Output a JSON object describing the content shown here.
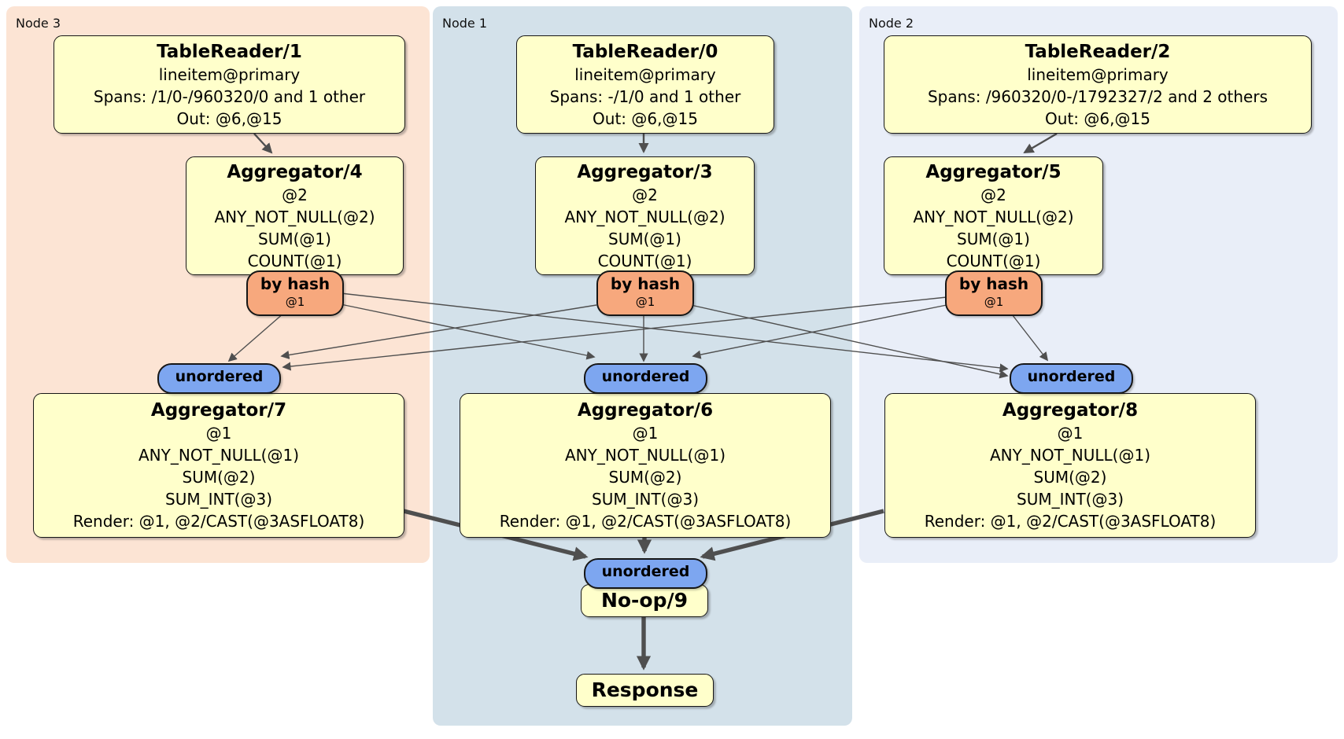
{
  "regions": [
    {
      "label": "Node 3"
    },
    {
      "label": "Node 1"
    },
    {
      "label": "Node 2"
    }
  ],
  "colors": {
    "node3_bg": "#fce4d4",
    "node1_bg": "#d3e1ea",
    "node2_bg": "#e9eef8",
    "box_fill": "#ffffcb",
    "router_fill": "#f7a87d",
    "sync_fill": "#7da6f0",
    "edge": "#4f4f4f"
  },
  "processors": {
    "tablereader1": {
      "title": "TableReader/1",
      "index": "lineitem@primary",
      "spans": "Spans: /1/0-/960320/0 and 1 other",
      "out": "Out: @6,@15"
    },
    "tablereader0": {
      "title": "TableReader/0",
      "index": "lineitem@primary",
      "spans": "Spans: -/1/0 and 1 other",
      "out": "Out: @6,@15"
    },
    "tablereader2": {
      "title": "TableReader/2",
      "index": "lineitem@primary",
      "spans": "Spans: /960320/0-/1792327/2 and 2 others",
      "out": "Out: @6,@15"
    },
    "aggregator4": {
      "title": "Aggregator/4",
      "rows": [
        "@2",
        "ANY_NOT_NULL(@2)",
        "SUM(@1)",
        "COUNT(@1)"
      ]
    },
    "aggregator3": {
      "title": "Aggregator/3",
      "rows": [
        "@2",
        "ANY_NOT_NULL(@2)",
        "SUM(@1)",
        "COUNT(@1)"
      ]
    },
    "aggregator5": {
      "title": "Aggregator/5",
      "rows": [
        "@2",
        "ANY_NOT_NULL(@2)",
        "SUM(@1)",
        "COUNT(@1)"
      ]
    },
    "aggregator7": {
      "title": "Aggregator/7",
      "rows": [
        "@1",
        "ANY_NOT_NULL(@1)",
        "SUM(@2)",
        "SUM_INT(@3)",
        "Render: @1, @2/CAST(@3ASFLOAT8)"
      ]
    },
    "aggregator6": {
      "title": "Aggregator/6",
      "rows": [
        "@1",
        "ANY_NOT_NULL(@1)",
        "SUM(@2)",
        "SUM_INT(@3)",
        "Render: @1, @2/CAST(@3ASFLOAT8)"
      ]
    },
    "aggregator8": {
      "title": "Aggregator/8",
      "rows": [
        "@1",
        "ANY_NOT_NULL(@1)",
        "SUM(@2)",
        "SUM_INT(@3)",
        "Render: @1, @2/CAST(@3ASFLOAT8)"
      ]
    },
    "noop": {
      "title": "No-op/9"
    },
    "response": {
      "title": "Response"
    }
  },
  "router": {
    "label": "by hash",
    "key": "@1"
  },
  "sync": {
    "label": "unordered"
  },
  "flow_edges": [
    {
      "from": "TableReader/1",
      "to": "Aggregator/4"
    },
    {
      "from": "TableReader/0",
      "to": "Aggregator/3"
    },
    {
      "from": "TableReader/2",
      "to": "Aggregator/5"
    },
    {
      "from": "Aggregator/4",
      "to": "by hash @1 (Node 3)"
    },
    {
      "from": "Aggregator/3",
      "to": "by hash @1 (Node 1)"
    },
    {
      "from": "Aggregator/5",
      "to": "by hash @1 (Node 2)"
    },
    {
      "from": "by hash (Node 3)",
      "to": "unordered (Node 3)"
    },
    {
      "from": "by hash (Node 3)",
      "to": "unordered (Node 1)"
    },
    {
      "from": "by hash (Node 3)",
      "to": "unordered (Node 2)"
    },
    {
      "from": "by hash (Node 1)",
      "to": "unordered (Node 3)"
    },
    {
      "from": "by hash (Node 1)",
      "to": "unordered (Node 1)"
    },
    {
      "from": "by hash (Node 1)",
      "to": "unordered (Node 2)"
    },
    {
      "from": "by hash (Node 2)",
      "to": "unordered (Node 3)"
    },
    {
      "from": "by hash (Node 2)",
      "to": "unordered (Node 1)"
    },
    {
      "from": "by hash (Node 2)",
      "to": "unordered (Node 2)"
    },
    {
      "from": "unordered (Node 3)",
      "to": "Aggregator/7"
    },
    {
      "from": "unordered (Node 1)",
      "to": "Aggregator/6"
    },
    {
      "from": "unordered (Node 2)",
      "to": "Aggregator/8"
    },
    {
      "from": "Aggregator/7",
      "to": "unordered (final)"
    },
    {
      "from": "Aggregator/6",
      "to": "unordered (final)"
    },
    {
      "from": "Aggregator/8",
      "to": "unordered (final)"
    },
    {
      "from": "unordered (final)",
      "to": "No-op/9"
    },
    {
      "from": "No-op/9",
      "to": "Response"
    }
  ]
}
